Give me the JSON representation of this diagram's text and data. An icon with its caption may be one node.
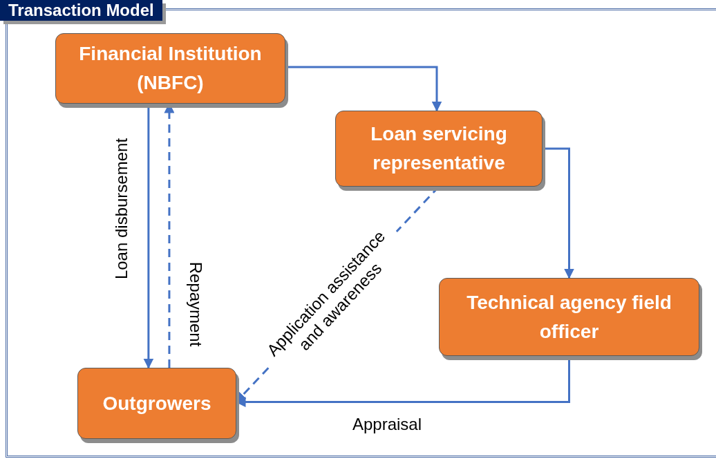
{
  "diagram": {
    "title": "Transaction Model",
    "nodes": [
      {
        "text": [
          "Financial Institution (NBFC)"
        ]
      },
      {
        "text": [
          "Loan servicing representative"
        ]
      },
      {
        "text": [
          "Technical agency field officer"
        ]
      },
      {
        "text": [
          "Outgrowers"
        ]
      }
    ],
    "edges": [
      {
        "from": 0,
        "to": 1,
        "arrow": "to"
      },
      {
        "from": 1,
        "to": 2,
        "arrow": "to"
      },
      {
        "from": 2,
        "to": 3,
        "arrow": "to",
        "label": "Appraisal"
      },
      {
        "from": 1,
        "to": 3,
        "arrow": "to",
        "style": "dashed",
        "label": "Application assistance and awareness"
      },
      {
        "from": 0,
        "to": 3,
        "arrow": "to",
        "label": "Loan disbursement"
      },
      {
        "from": 3,
        "to": 0,
        "arrow": "to",
        "style": "dashed",
        "label": "Repayment"
      }
    ]
  }
}
